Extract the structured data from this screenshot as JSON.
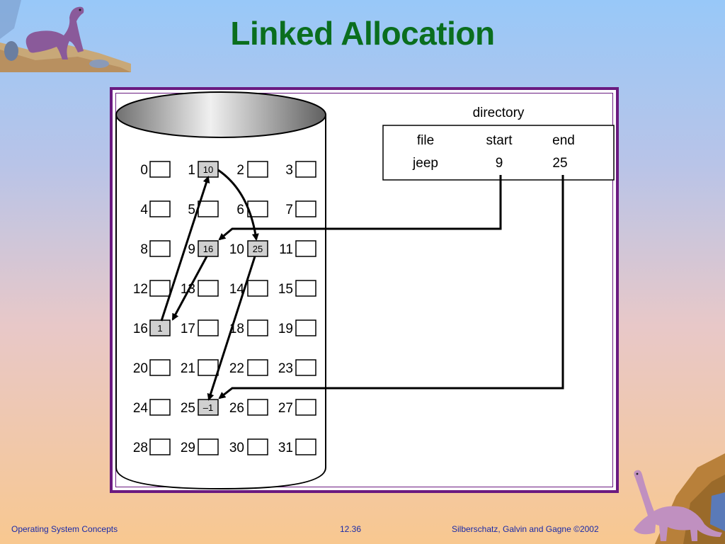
{
  "slide": {
    "title": "Linked Allocation"
  },
  "directory": {
    "label": "directory",
    "columns": [
      "file",
      "start",
      "end"
    ],
    "rows": [
      {
        "file": "jeep",
        "start": "9",
        "end": "25"
      }
    ]
  },
  "disk": {
    "blocks": [
      {
        "num": "0",
        "content": ""
      },
      {
        "num": "1",
        "content": "10"
      },
      {
        "num": "2",
        "content": ""
      },
      {
        "num": "3",
        "content": ""
      },
      {
        "num": "4",
        "content": ""
      },
      {
        "num": "5",
        "content": ""
      },
      {
        "num": "6",
        "content": ""
      },
      {
        "num": "7",
        "content": ""
      },
      {
        "num": "8",
        "content": ""
      },
      {
        "num": "9",
        "content": "16"
      },
      {
        "num": "10",
        "content": "25"
      },
      {
        "num": "11",
        "content": ""
      },
      {
        "num": "12",
        "content": ""
      },
      {
        "num": "13",
        "content": ""
      },
      {
        "num": "14",
        "content": ""
      },
      {
        "num": "15",
        "content": ""
      },
      {
        "num": "16",
        "content": "1"
      },
      {
        "num": "17",
        "content": ""
      },
      {
        "num": "18",
        "content": ""
      },
      {
        "num": "19",
        "content": ""
      },
      {
        "num": "20",
        "content": ""
      },
      {
        "num": "21",
        "content": ""
      },
      {
        "num": "22",
        "content": ""
      },
      {
        "num": "23",
        "content": ""
      },
      {
        "num": "24",
        "content": ""
      },
      {
        "num": "25",
        "content": "–1"
      },
      {
        "num": "26",
        "content": ""
      },
      {
        "num": "27",
        "content": ""
      },
      {
        "num": "28",
        "content": ""
      },
      {
        "num": "29",
        "content": ""
      },
      {
        "num": "30",
        "content": ""
      },
      {
        "num": "31",
        "content": ""
      }
    ],
    "used_fill": "#d0d0d0",
    "free_fill": "#ffffff"
  },
  "footer": {
    "left": "Operating System Concepts",
    "center": "12.36",
    "right": "Silberschatz, Galvin and  Gagne ©2002"
  },
  "colors": {
    "title": "#0a6e1e",
    "frame": "#6a1a80",
    "footer_text": "#1a2aa8"
  }
}
